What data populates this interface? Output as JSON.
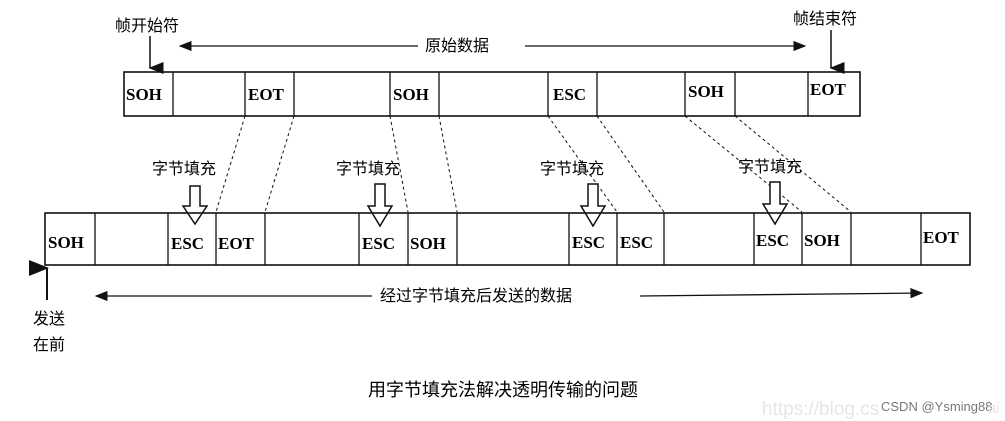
{
  "labels": {
    "frame_start": "帧开始符",
    "frame_end": "帧结束符",
    "original_data": "原始数据",
    "byte_stuffing": "字节填充",
    "stuffed_data": "经过字节填充后发送的数据",
    "send_first": [
      "发送",
      "在前"
    ]
  },
  "top_frame": [
    "SOH",
    "",
    "EOT",
    "",
    "SOH",
    "",
    "ESC",
    "",
    "SOH",
    "",
    "EOT"
  ],
  "bottom_frame": [
    "SOH",
    "",
    "ESC",
    "EOT",
    "",
    "ESC",
    "SOH",
    "",
    "ESC",
    "ESC",
    "",
    "ESC",
    "SOH",
    "",
    "EOT"
  ],
  "caption": "用字节填充法解决透明传输的问题",
  "watermark": {
    "faint": "https://blog.cs",
    "text": "CSDN @Ysming88",
    "tail": "ai"
  }
}
